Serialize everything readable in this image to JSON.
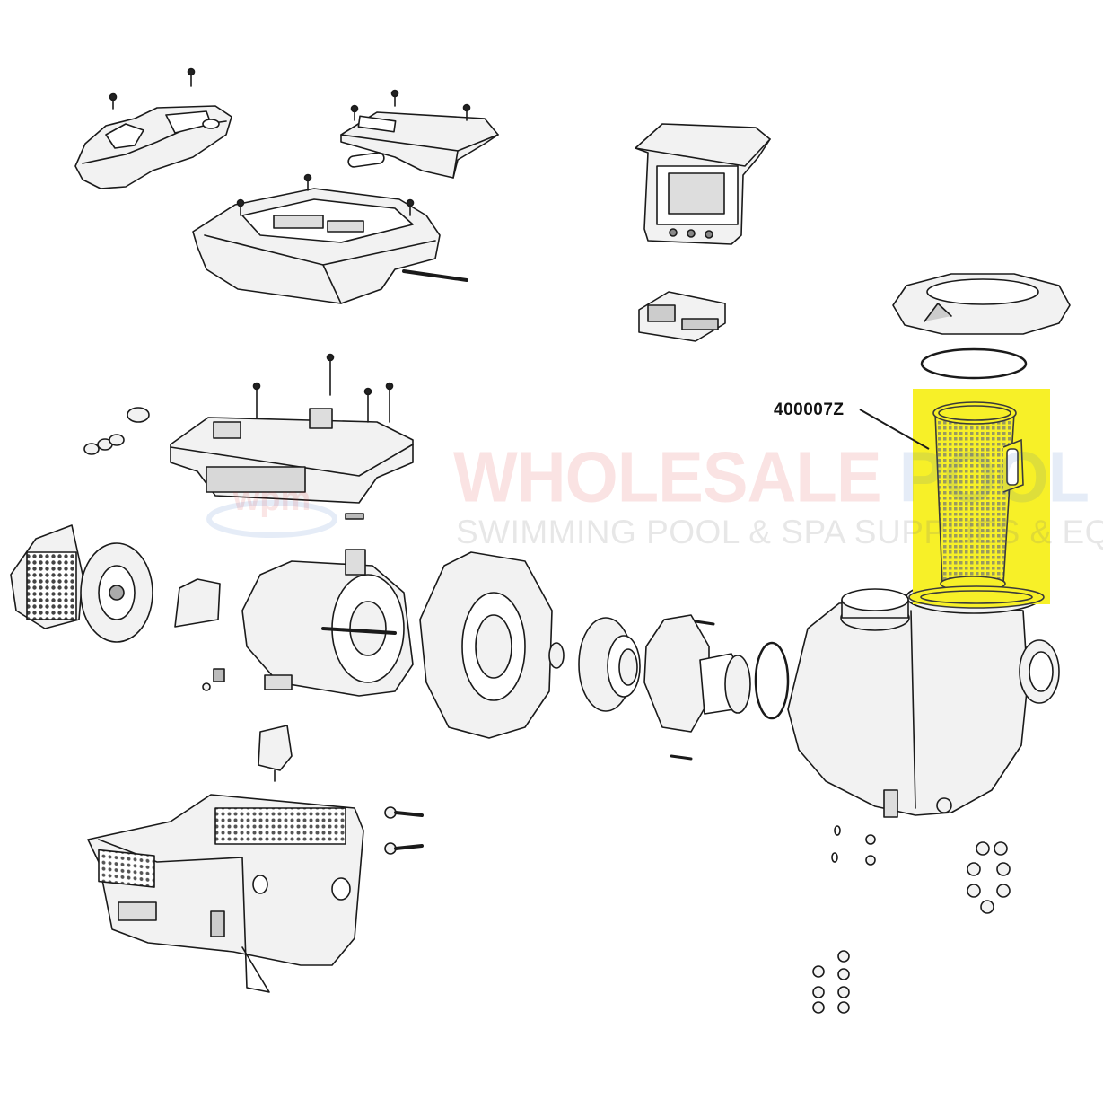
{
  "callout": {
    "part_number": "400007Z",
    "highlight_color": "#f7f028"
  },
  "watermark": {
    "brand_part1": "WHOLESALE",
    "brand_part2": "POOL MART",
    "tagline": "SWIMMING POOL & SPA SUPPLIES & EQUIPMENT",
    "logo_text": "wpm",
    "colors": {
      "red": "#d62828",
      "blue": "#2864be"
    }
  },
  "line_color": "#1a1a1a",
  "part_fill": "#f2f2f2",
  "icons": [
    "screw-icon",
    "basket-icon",
    "o-ring-icon"
  ]
}
